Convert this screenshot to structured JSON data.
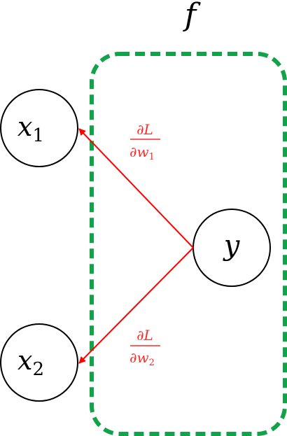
{
  "function_label": "f",
  "nodes": {
    "x1": {
      "base": "x",
      "sub": "1"
    },
    "x2": {
      "base": "x",
      "sub": "2"
    },
    "y": {
      "base": "y"
    }
  },
  "gradients": {
    "w1": {
      "numerator": "∂L",
      "denominator": "∂w",
      "sub": "1"
    },
    "w2": {
      "numerator": "∂L",
      "denominator": "∂w",
      "sub": "2"
    }
  },
  "colors": {
    "box_stroke": "#12a34a",
    "arrow": "#ff0000",
    "gradient_text": "#ff2a2a",
    "node_stroke": "#000000"
  }
}
